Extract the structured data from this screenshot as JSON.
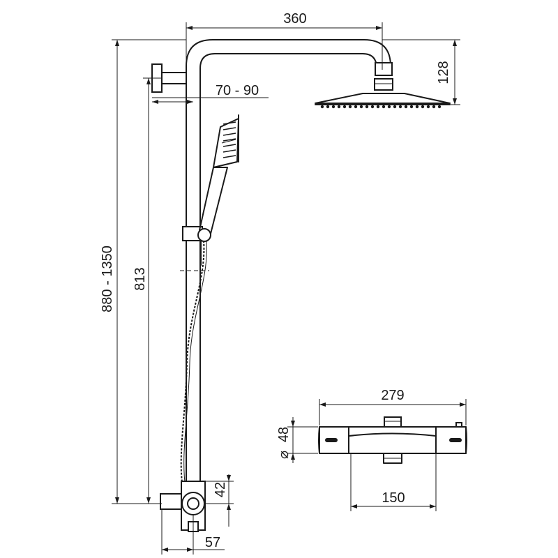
{
  "dimensions": {
    "arm_width": "360",
    "head_drop": "128",
    "wall_offset": "70 - 90",
    "total_height": "880 - 1350",
    "rail_height": "813",
    "valve_height": "42",
    "valve_depth": "57",
    "mixer_width": "279",
    "mixer_diameter": "48",
    "diameter_symbol": "⌀",
    "inlet_spacing": "150"
  },
  "colors": {
    "ink": "#1a1a1a",
    "background": "#ffffff"
  }
}
